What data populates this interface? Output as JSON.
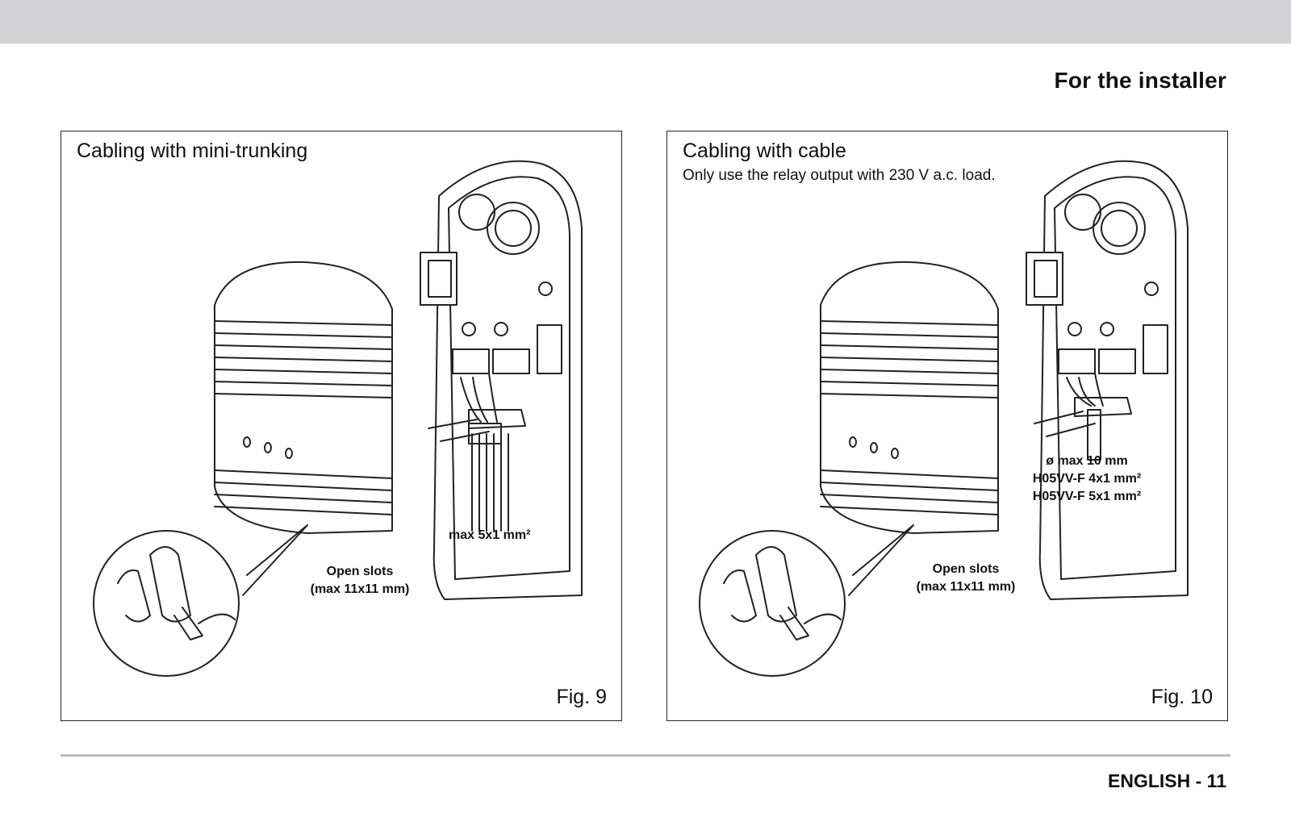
{
  "header": {
    "section_title": "For the installer"
  },
  "figures": [
    {
      "title": "Cabling with mini-trunking",
      "subtitle": "",
      "number": "Fig. 9",
      "labels": {
        "trunking": "max 5x1 mm²",
        "slots_line1": "Open slots",
        "slots_line2": "(max 11x11 mm)"
      }
    },
    {
      "title": "Cabling with cable",
      "subtitle": "Only use the relay output with 230 V a.c. load.",
      "number": "Fig. 10",
      "labels": {
        "cable_line1": "ø max 10 mm",
        "cable_line2": "H05VV-F 4x1 mm²",
        "cable_line3": "H05VV-F 5x1 mm²",
        "slots_line1": "Open slots",
        "slots_line2": "(max 11x11 mm)"
      }
    }
  ],
  "footer": {
    "page_label": "ENGLISH - 11"
  }
}
